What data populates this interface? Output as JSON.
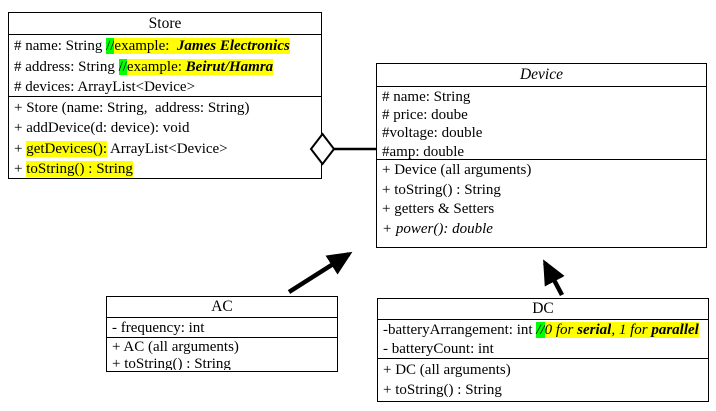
{
  "colors": {
    "text": "#000000",
    "border": "#000000",
    "background": "#ffffff",
    "highlight_yellow": "#ffff00",
    "highlight_green": "#00ff00"
  },
  "classes": {
    "store": {
      "title": "Store",
      "attributes": [
        [
          {
            "text": "# name: String "
          },
          {
            "text": "//",
            "highlight": "green"
          },
          {
            "text": "example:  ",
            "highlight": "yellow"
          },
          {
            "text": "James Electronics",
            "highlight": "yellow",
            "bold": true,
            "italic": true
          }
        ],
        [
          {
            "text": "# address: String "
          },
          {
            "text": "//",
            "highlight": "green"
          },
          {
            "text": "example: ",
            "highlight": "yellow"
          },
          {
            "text": "Beirut/Hamra",
            "highlight": "yellow",
            "bold": true,
            "italic": true
          }
        ],
        [
          {
            "text": "# devices: ArrayList<Device>"
          }
        ]
      ],
      "methods": [
        [
          {
            "text": "+ Store (name: String,  address: String)"
          }
        ],
        [
          {
            "text": "+ addDevice(d: device): void"
          }
        ],
        [
          {
            "text": "+ "
          },
          {
            "text": "getDevices():",
            "highlight": "yellow"
          },
          {
            "text": " ArrayList<Device>"
          }
        ],
        [
          {
            "text": "+ "
          },
          {
            "text": "toString() : String",
            "highlight": "yellow"
          }
        ]
      ]
    },
    "device": {
      "title": "Device",
      "abstract": true,
      "attributes": [
        [
          {
            "text": "# name: String"
          }
        ],
        [
          {
            "text": "# price: doube"
          }
        ],
        [
          {
            "text": "#voltage: double"
          }
        ],
        [
          {
            "text": "#amp: double"
          }
        ]
      ],
      "methods": [
        [
          {
            "text": "+ Device (all arguments)"
          }
        ],
        [
          {
            "text": "+ toString() : String"
          }
        ],
        [
          {
            "text": "+ getters & Setters"
          }
        ],
        [
          {
            "text": "+ power(): double",
            "italic": true
          }
        ]
      ]
    },
    "ac": {
      "title": "AC",
      "attributes": [
        [
          {
            "text": "- frequency: int"
          }
        ]
      ],
      "methods": [
        [
          {
            "text": "+ AC (all arguments)"
          }
        ],
        [
          {
            "text": "+ toString() : String"
          }
        ]
      ]
    },
    "dc": {
      "title": "DC",
      "attributes": [
        [
          {
            "text": "-batteryArrangement: int "
          },
          {
            "text": "//",
            "highlight": "green",
            "italic": true
          },
          {
            "text": "0 for ",
            "highlight": "yellow",
            "italic": true
          },
          {
            "text": "serial",
            "highlight": "yellow",
            "bold": true,
            "italic": true
          },
          {
            "text": ", 1 for ",
            "highlight": "yellow",
            "italic": true
          },
          {
            "text": "parallel",
            "highlight": "yellow",
            "bold": true,
            "italic": true
          }
        ],
        [
          {
            "text": "- batteryCount: int"
          }
        ]
      ],
      "methods": [
        [
          {
            "text": "+ DC (all arguments)"
          }
        ],
        [
          {
            "text": "+ toString() : String"
          }
        ]
      ]
    }
  },
  "relationships": [
    {
      "type": "aggregation",
      "from": "Store",
      "to": "Device"
    },
    {
      "type": "inheritance",
      "from": "AC",
      "to": "Device"
    },
    {
      "type": "inheritance",
      "from": "DC",
      "to": "Device"
    }
  ]
}
